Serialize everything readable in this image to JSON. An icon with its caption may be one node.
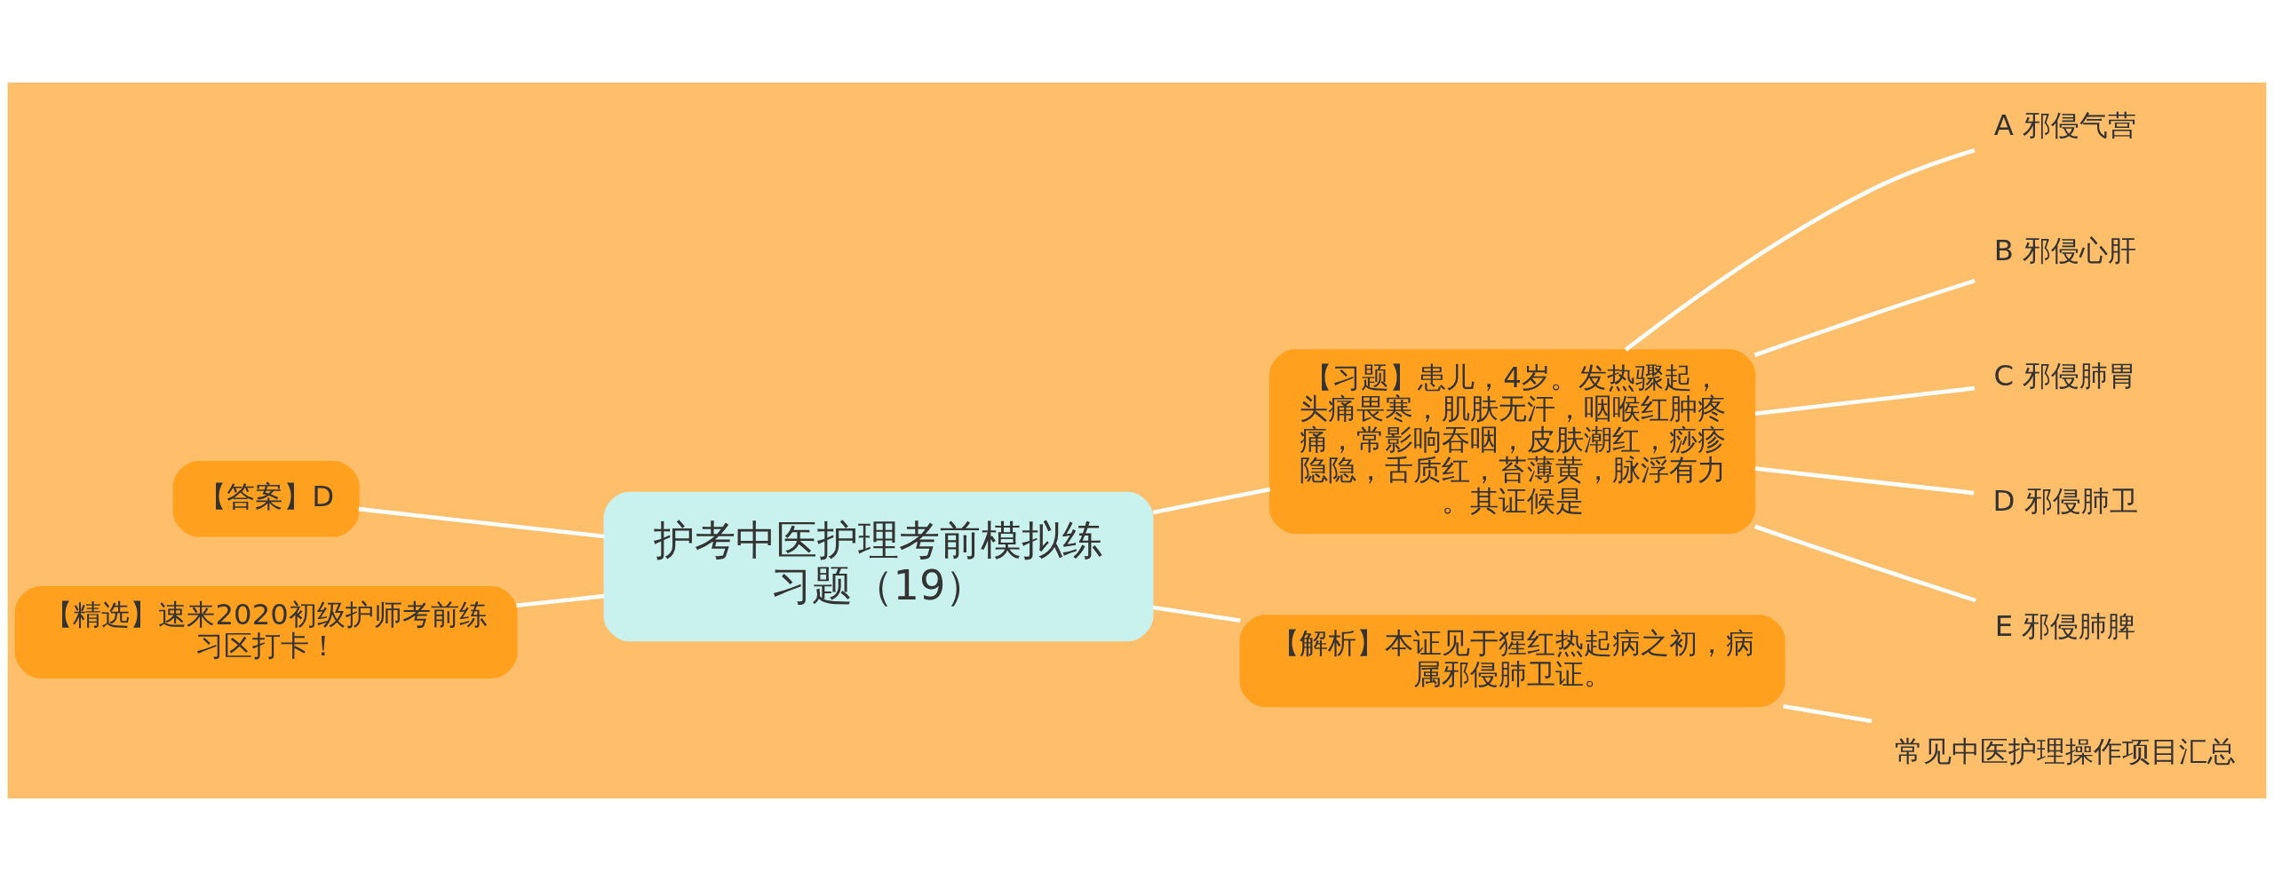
{
  "diagram": {
    "nodes": [
      {
        "text": [
          "护考中医护理考前模拟练习题（19）"
        ]
      },
      {
        "text": [
          "【答案】D"
        ]
      },
      {
        "text": [
          "【精选】速来2020初级护师考前练习区打卡！"
        ]
      },
      {
        "text": [
          "【习题】患儿，4岁。发热骤起，头痛畏寒，肌肤无汗，咽喉红肿疼痛，常影响吞咽，皮肤潮红，痧疹隐隐，舌质红，苔薄黄，脉浮有力。其证候是"
        ]
      },
      {
        "text": [
          "A 邪侵气营"
        ]
      },
      {
        "text": [
          "B 邪侵心肝"
        ]
      },
      {
        "text": [
          "C 邪侵肺胃"
        ]
      },
      {
        "text": [
          "D 邪侵肺卫"
        ]
      },
      {
        "text": [
          "E 邪侵肺脾"
        ]
      },
      {
        "text": [
          "【解析】本证见于猩红热起病之初，病属邪侵肺卫证。"
        ]
      },
      {
        "text": [
          "常见中医护理操作项目汇总"
        ]
      }
    ],
    "edges": [
      {
        "from": 0,
        "to": 1,
        "arrow": "none"
      },
      {
        "from": 0,
        "to": 2,
        "arrow": "none"
      },
      {
        "from": 0,
        "to": 3,
        "arrow": "none"
      },
      {
        "from": 0,
        "to": 9,
        "arrow": "none"
      },
      {
        "from": 3,
        "to": 4,
        "arrow": "none"
      },
      {
        "from": 3,
        "to": 5,
        "arrow": "none"
      },
      {
        "from": 3,
        "to": 6,
        "arrow": "none"
      },
      {
        "from": 3,
        "to": 7,
        "arrow": "none"
      },
      {
        "from": 3,
        "to": 8,
        "arrow": "none"
      },
      {
        "from": 9,
        "to": 10,
        "arrow": "none"
      }
    ]
  }
}
